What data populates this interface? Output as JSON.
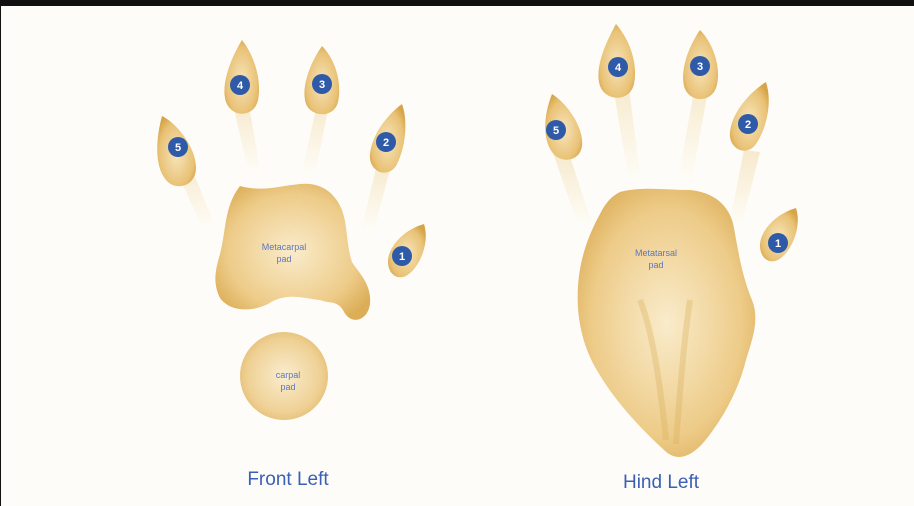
{
  "colors": {
    "pad_fill": "#e9c883",
    "pad_edge": "#d6a955",
    "pad_light": "#f6e6c2",
    "digit_badge": "#2f5aa8",
    "label_text": "#5b76c2",
    "title_text": "#3b5fb5"
  },
  "front_print": {
    "title": "Front Left",
    "metacarpal_label_line1": "Metacarpal",
    "metacarpal_label_line2": "pad",
    "carpal_label_line1": "carpal",
    "carpal_label_line2": "pad",
    "digits": [
      "4",
      "3",
      "5",
      "2",
      "1"
    ]
  },
  "hind_print": {
    "title": "Hind Left",
    "metatarsal_label_line1": "Metatarsal",
    "metatarsal_label_line2": "pad",
    "digits": [
      "4",
      "3",
      "5",
      "2",
      "1"
    ]
  }
}
